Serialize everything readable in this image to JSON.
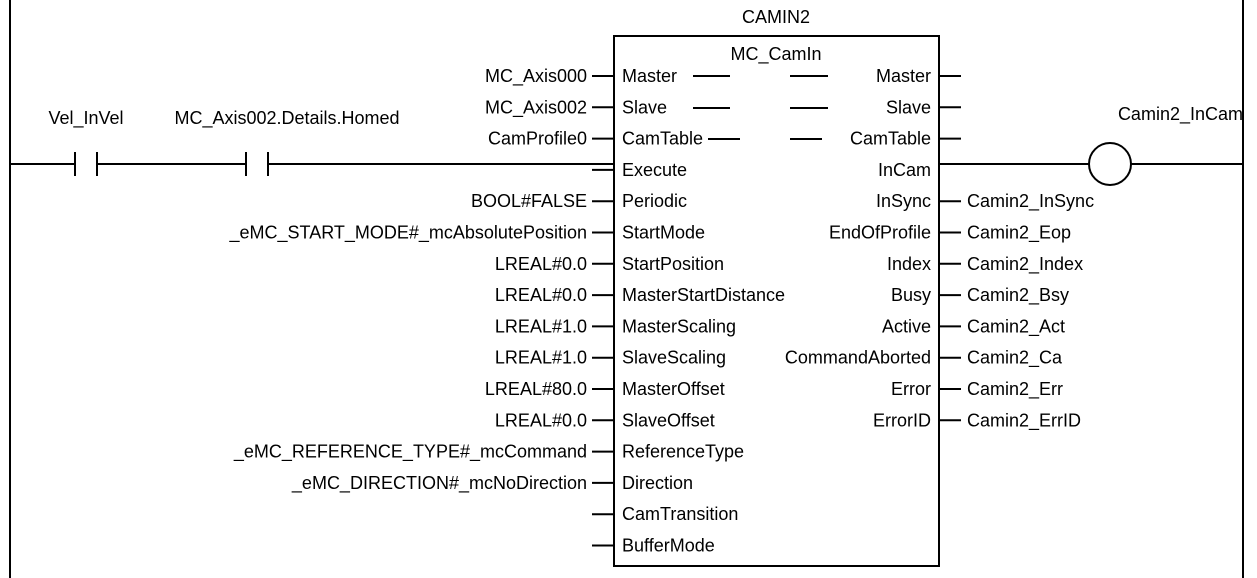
{
  "block": {
    "instance_name": "CAMIN2",
    "function_name": "MC_CamIn",
    "inputs": [
      {
        "pin": "Master",
        "arg": "MC_Axis000"
      },
      {
        "pin": "Slave",
        "arg": "MC_Axis002"
      },
      {
        "pin": "CamTable",
        "arg": "CamProfile0"
      },
      {
        "pin": "Execute",
        "arg": ""
      },
      {
        "pin": "Periodic",
        "arg": "BOOL#FALSE"
      },
      {
        "pin": "StartMode",
        "arg": "_eMC_START_MODE#_mcAbsolutePosition"
      },
      {
        "pin": "StartPosition",
        "arg": "LREAL#0.0"
      },
      {
        "pin": "MasterStartDistance",
        "arg": "LREAL#0.0"
      },
      {
        "pin": "MasterScaling",
        "arg": "LREAL#1.0"
      },
      {
        "pin": "SlaveScaling",
        "arg": "LREAL#1.0"
      },
      {
        "pin": "MasterOffset",
        "arg": "LREAL#80.0"
      },
      {
        "pin": "SlaveOffset",
        "arg": "LREAL#0.0"
      },
      {
        "pin": "ReferenceType",
        "arg": "_eMC_REFERENCE_TYPE#_mcCommand"
      },
      {
        "pin": "Direction",
        "arg": "_eMC_DIRECTION#_mcNoDirection"
      },
      {
        "pin": "CamTransition",
        "arg": ""
      },
      {
        "pin": "BufferMode",
        "arg": ""
      }
    ],
    "outputs": [
      {
        "pin": "Master",
        "arg": ""
      },
      {
        "pin": "Slave",
        "arg": ""
      },
      {
        "pin": "CamTable",
        "arg": ""
      },
      {
        "pin": "InCam",
        "arg": ""
      },
      {
        "pin": "InSync",
        "arg": "Camin2_InSync"
      },
      {
        "pin": "EndOfProfile",
        "arg": "Camin2_Eop"
      },
      {
        "pin": "Index",
        "arg": "Camin2_Index"
      },
      {
        "pin": "Busy",
        "arg": "Camin2_Bsy"
      },
      {
        "pin": "Active",
        "arg": "Camin2_Act"
      },
      {
        "pin": "CommandAborted",
        "arg": "Camin2_Ca"
      },
      {
        "pin": "Error",
        "arg": "Camin2_Err"
      },
      {
        "pin": "ErrorID",
        "arg": "Camin2_ErrID"
      }
    ]
  },
  "contacts": [
    {
      "name": "Vel_InVel"
    },
    {
      "name": "MC_Axis002.Details.Homed"
    }
  ],
  "coil": {
    "name": "Camin2_InCam"
  }
}
